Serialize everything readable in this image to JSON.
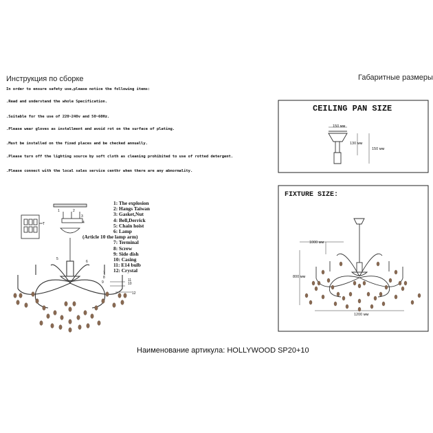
{
  "left_header": "Инструкция по сборке",
  "right_header": "Габаритные размеры",
  "instructions": {
    "intro": "In order to ensure safety use,please notice the following items:",
    "items": [
      ".Read and understand the whole Specification.",
      ".Suitable for the use of 220~240v and 50~60Hz.",
      ".Please wear gloves as installment and avoid rot on the surface of plating.",
      ".Must be installed on the fixed places and be checked annually.",
      ".Please turn off the lighting source by soft cloth as cleaning prohibited to use of rotted detergent.",
      ".Please connect with the local sales service centhr when there are any abnormality."
    ]
  },
  "parts_list": [
    "1: The explosion",
    "2: Hangs Taiwan",
    "3: Gasket,Nut",
    "4: Bell,Derrick",
    "5: Chain hoist",
    "6: Lamp",
    "(Article 10 the lamp arm)",
    "7: Terminal",
    "8: Screw",
    "9: Side dish",
    "10: Casing",
    "11: E14 bulb",
    "12: Crystal"
  ],
  "callouts": [
    "T",
    "1",
    "2",
    "3",
    "4",
    "5",
    "6",
    "7",
    "8",
    "9",
    "10",
    "11",
    "12"
  ],
  "ceiling_pan": {
    "title": "CEILING PAN SIZE",
    "width_label": "150 мм",
    "height_label": "130 мм",
    "total_label": "150 мм"
  },
  "fixture": {
    "title": "FIXTURE SIZE:",
    "chain_label": "1000 мм",
    "height_label": "800 мм",
    "width_label": "1200 мм"
  },
  "footer": "Наименование артикула: HOLLYWOOD SP20+10",
  "colors": {
    "crystal": "#8a6a52",
    "crystal_dark": "#5a4636",
    "line": "#222222",
    "accent": "#c0392b"
  }
}
